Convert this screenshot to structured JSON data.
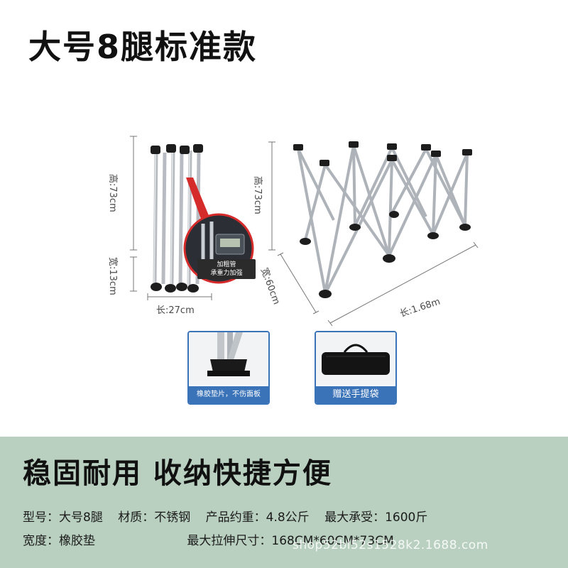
{
  "title": "大号8腿标准款",
  "dimensions": {
    "folded_height": "高:73cm",
    "folded_width": "宽:13cm",
    "folded_length": "长:27cm",
    "open_height": "高:73cm",
    "open_width": "宽:60cm",
    "open_length": "长:1.68m"
  },
  "callout": {
    "line1": "加粗管",
    "line2": "承重力加强"
  },
  "cards": {
    "gear_caption": "橡胶垫片，不伤面板",
    "bag_caption": "赠送手提袋"
  },
  "slogan": "稳固耐用  收纳快捷方便",
  "specs": {
    "model_label": "型号：",
    "model_value": "大号8腿",
    "material_label": "材质：",
    "material_value": "不锈钢",
    "weight_label": "产品约重：",
    "weight_value": "4.8公斤",
    "load_label": "最大承受：",
    "load_value": "1600斤",
    "width_label": "宽度：",
    "width_value": "橡胶垫",
    "stretch_label": "最大拉伸尺寸：",
    "stretch_value": "168CM*60CM*73CM"
  },
  "watermark": "shop52bl52s1528k2.1688.com",
  "colors": {
    "band": "#b9d0c0",
    "card_accent": "#3b73b9",
    "callout_red": "#d62b2b"
  }
}
